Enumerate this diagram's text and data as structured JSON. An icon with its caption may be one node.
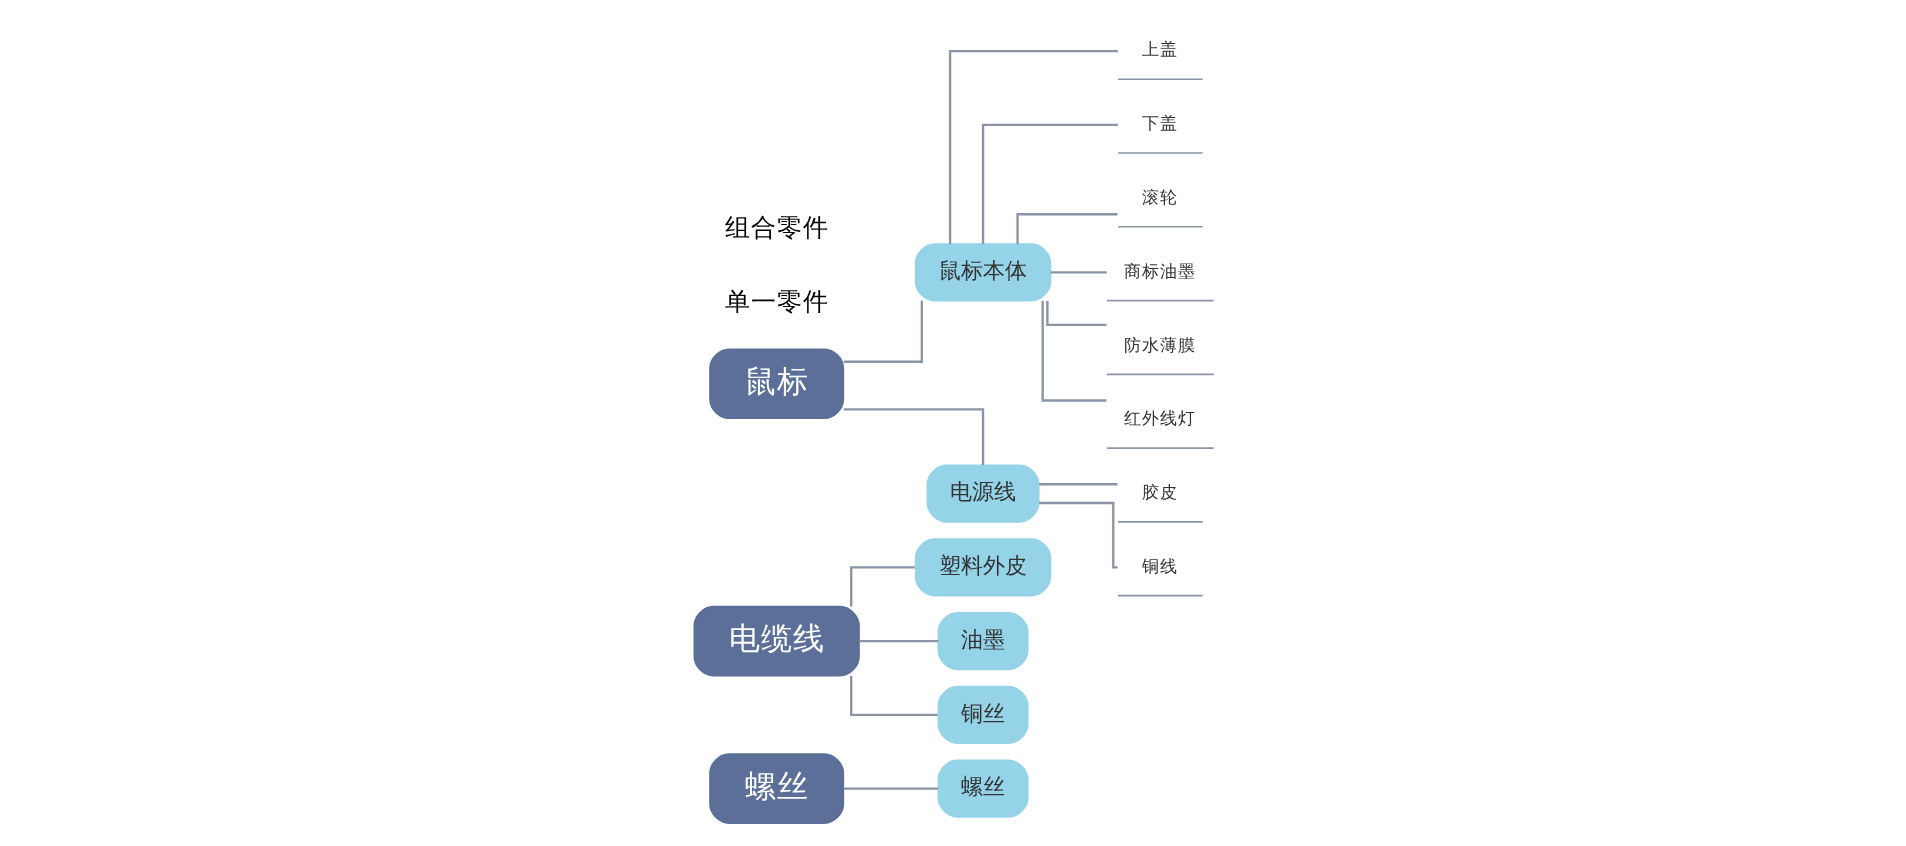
{
  "diagram": {
    "nodes": [
      {
        "text": [
          "螺丝"
        ]
      },
      {
        "text": [
          "螺丝"
        ]
      },
      {
        "text": [
          "电缆线"
        ]
      },
      {
        "text": [
          "塑料外皮"
        ]
      },
      {
        "text": [
          "油墨"
        ]
      },
      {
        "text": [
          "铜丝"
        ]
      },
      {
        "text": [
          "鼠标"
        ]
      },
      {
        "text": [
          "鼠标本体"
        ]
      },
      {
        "text": [
          "电源线"
        ]
      },
      {
        "text": [
          "上盖"
        ]
      },
      {
        "text": [
          "下盖"
        ]
      },
      {
        "text": [
          "滚轮"
        ]
      },
      {
        "text": [
          "商标油墨"
        ]
      },
      {
        "text": [
          "防水薄膜"
        ]
      },
      {
        "text": [
          "红外线灯"
        ]
      },
      {
        "text": [
          "胶皮"
        ]
      },
      {
        "text": [
          "铜线"
        ]
      }
    ],
    "edges": [
      {
        "from": 0,
        "to": 1,
        "arrow": "none"
      },
      {
        "from": 2,
        "to": 3,
        "arrow": "none"
      },
      {
        "from": 2,
        "to": 4,
        "arrow": "none"
      },
      {
        "from": 2,
        "to": 5,
        "arrow": "none"
      },
      {
        "from": 6,
        "to": 7,
        "arrow": "none"
      },
      {
        "from": 6,
        "to": 8,
        "arrow": "none"
      },
      {
        "from": 7,
        "to": 9,
        "arrow": "none"
      },
      {
        "from": 7,
        "to": 10,
        "arrow": "none"
      },
      {
        "from": 7,
        "to": 11,
        "arrow": "none"
      },
      {
        "from": 7,
        "to": 12,
        "arrow": "none"
      },
      {
        "from": 7,
        "to": 13,
        "arrow": "none"
      },
      {
        "from": 7,
        "to": 14,
        "arrow": "none"
      },
      {
        "from": 8,
        "to": 15,
        "arrow": "none"
      },
      {
        "from": 8,
        "to": 16,
        "arrow": "none"
      }
    ],
    "labels": [
      "单一零件",
      "组合零件"
    ]
  }
}
